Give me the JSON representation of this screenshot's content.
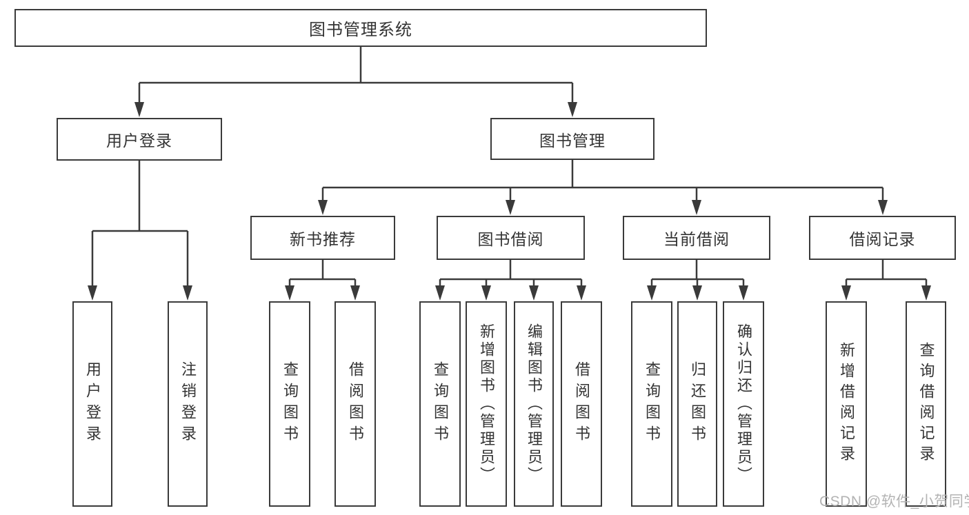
{
  "tree": {
    "root": {
      "label": "图书管理系统"
    },
    "user_login": {
      "label": "用户登录",
      "children": [
        {
          "label": "用户登录"
        },
        {
          "label": "注销登录"
        }
      ]
    },
    "book_management": {
      "label": "图书管理",
      "children": [
        {
          "label": "新书推荐",
          "children": [
            {
              "label": "查询图书"
            },
            {
              "label": "借阅图书"
            }
          ]
        },
        {
          "label": "图书借阅",
          "children": [
            {
              "label": "查询图书"
            },
            {
              "label": "新增图书（管理员）"
            },
            {
              "label": "编辑图书（管理员）"
            },
            {
              "label": "借阅图书"
            }
          ]
        },
        {
          "label": "当前借阅",
          "children": [
            {
              "label": "查询图书"
            },
            {
              "label": "归还图书"
            },
            {
              "label": "确认归还（管理员）"
            }
          ]
        },
        {
          "label": "借阅记录",
          "children": [
            {
              "label": "新增借阅记录"
            },
            {
              "label": "查询借阅记录"
            }
          ]
        }
      ]
    }
  },
  "watermark": "CSDN @软件_小贺同学",
  "colors": {
    "line": "#3a3a3a",
    "text": "#333333",
    "background": "#ffffff",
    "watermark_text": "#b3b3b3"
  }
}
